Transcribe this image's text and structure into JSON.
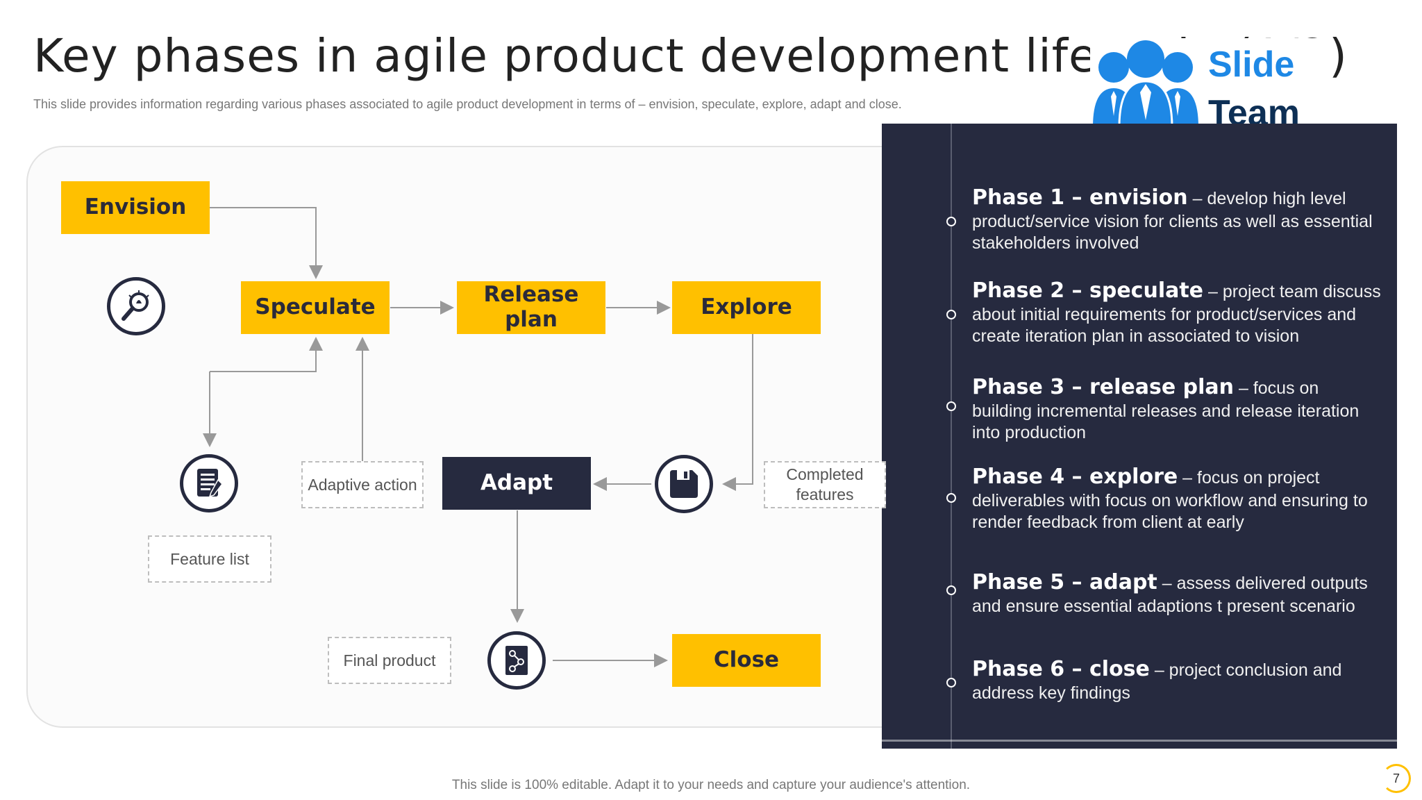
{
  "slide": {
    "title": "Key phases in agile product development lifecycle (1/2)",
    "subtitle": "This slide provides information regarding various phases associated to agile product development in terms of – envision, speculate, explore, adapt and close.",
    "footer": "This slide is 100% editable. Adapt it to your needs and capture your audience's attention.",
    "page_number": "7"
  },
  "logo": {
    "line1": "Slide",
    "line2": "Team"
  },
  "diagram": {
    "boxes": {
      "envision": "Envision",
      "speculate": "Speculate",
      "release_plan": "Release plan",
      "explore": "Explore",
      "adapt": "Adapt",
      "close": "Close"
    },
    "notes": {
      "adaptive_action": "Adaptive action",
      "completed_features": "Completed features",
      "feature_list": "Feature list",
      "final_product": "Final product"
    },
    "icons": [
      "lightbulb-magnifier-icon",
      "document-list-icon",
      "floppy-disk-icon",
      "product-blueprint-icon"
    ]
  },
  "phases": [
    {
      "head": "Phase 1 – envision",
      "text": " – develop high level product/service vision for clients as well as essential stakeholders involved"
    },
    {
      "head": "Phase 2 – speculate",
      "text": " – project team discuss about initial requirements for product/services and create iteration plan in associated to vision"
    },
    {
      "head": "Phase 3 – release plan",
      "text": " – focus on building incremental releases and release iteration into production"
    },
    {
      "head": "Phase 4 – explore",
      "text": " – focus on project deliverables with focus on workflow and ensuring to render feedback from client at early"
    },
    {
      "head": "Phase 5 – adapt",
      "text": " – assess delivered outputs and ensure essential adaptions t present scenario"
    },
    {
      "head": "Phase 6 – close",
      "text": " – project conclusion and address key findings"
    }
  ],
  "colors": {
    "accent": "#ffc000",
    "dark": "#262a3f",
    "logo_blue": "#1e88e5"
  }
}
